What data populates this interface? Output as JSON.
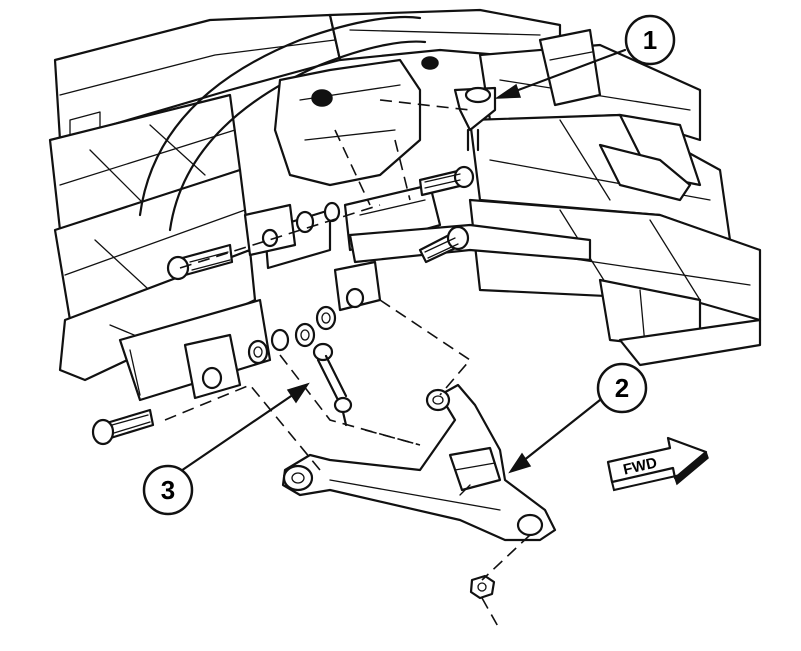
{
  "callouts": [
    {
      "id": "1",
      "label": "1"
    },
    {
      "id": "2",
      "label": "2"
    },
    {
      "id": "3",
      "label": "3"
    }
  ],
  "direction_label": "FWD",
  "colors": {
    "line": "#111111",
    "background": "#ffffff"
  }
}
